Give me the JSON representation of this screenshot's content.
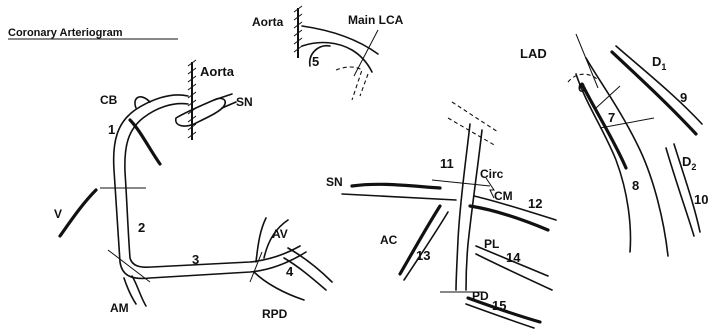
{
  "title": "Coronary Arteriogram",
  "right_coronary": {
    "aorta": "Aorta",
    "labels": [
      "CB",
      "SN",
      "V",
      "AM",
      "AV",
      "RPD"
    ],
    "segments": [
      "1",
      "2",
      "3",
      "4"
    ]
  },
  "left_main": {
    "aorta": "Aorta",
    "main_lca": "Main LCA",
    "segment": "5"
  },
  "circumflex": {
    "labels": [
      "SN",
      "Circ",
      "CM",
      "AC",
      "PL",
      "PD"
    ],
    "segments": [
      "11",
      "12",
      "13",
      "14",
      "15"
    ]
  },
  "lad": {
    "label": "LAD",
    "d1": "D",
    "d1_sub": "1",
    "d2": "D",
    "d2_sub": "2",
    "segments": [
      "6",
      "7",
      "8",
      "9",
      "10"
    ]
  }
}
